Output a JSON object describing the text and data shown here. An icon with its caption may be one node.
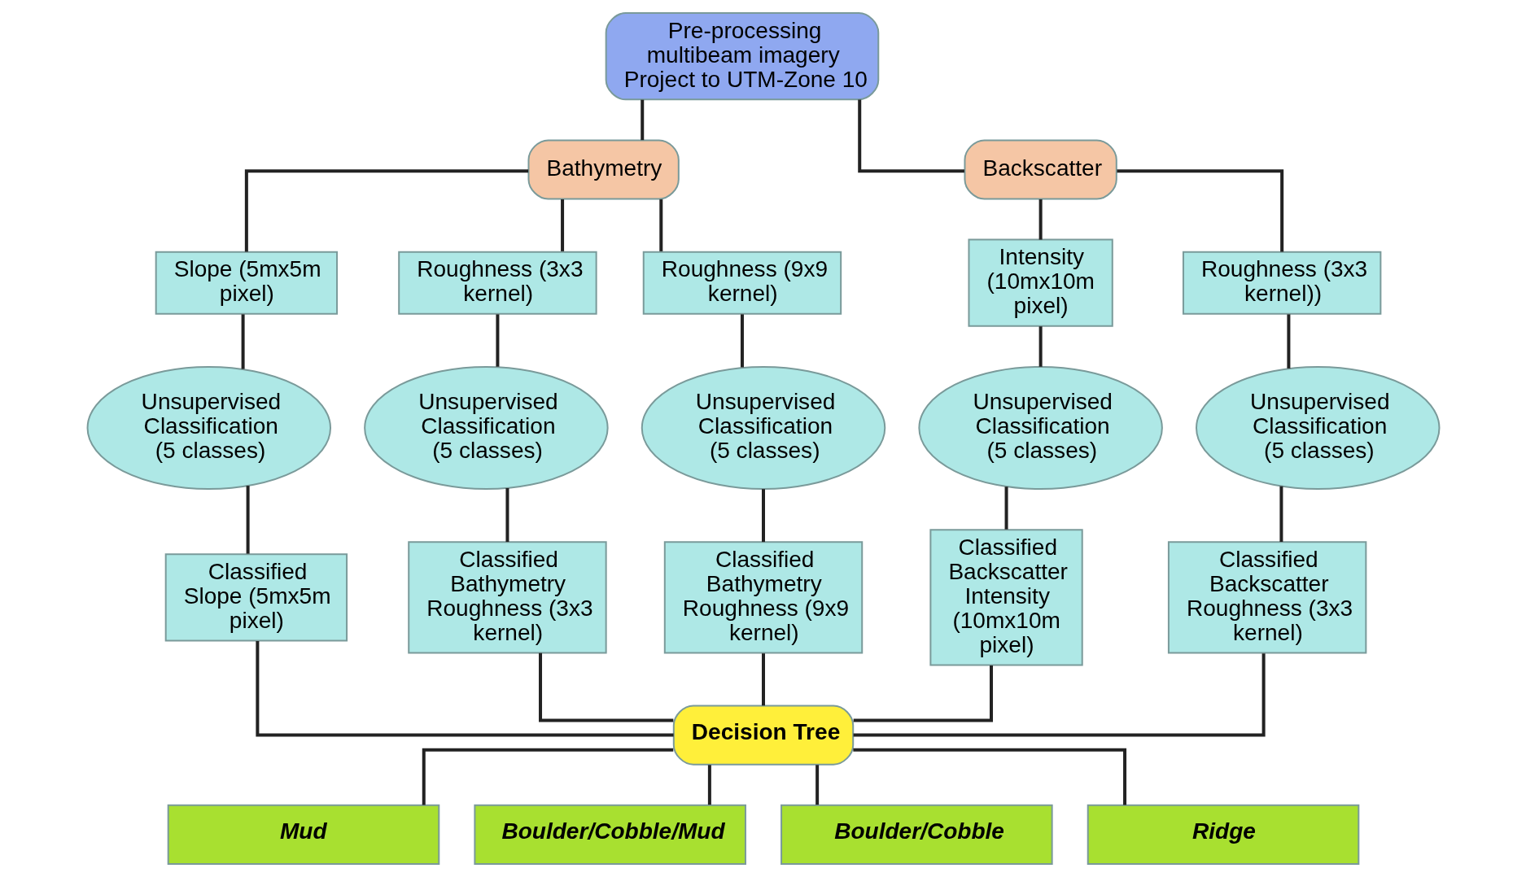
{
  "diagram": {
    "nodes": [
      {
        "text": [
          "Pre-processing",
          "multibeam imagery",
          "Project to UTM-Zone 10"
        ]
      },
      {
        "text": [
          "Bathymetry"
        ]
      },
      {
        "text": [
          "Backscatter"
        ]
      },
      {
        "text": [
          "Slope (5mx5m pixel)"
        ]
      },
      {
        "text": [
          "Roughness (3x3 kernel)"
        ]
      },
      {
        "text": [
          "Roughness (9x9 kernel)"
        ]
      },
      {
        "text": [
          "Intensity (10mx10m pixel)"
        ]
      },
      {
        "text": [
          "Roughness (3x3 kernel))"
        ]
      },
      {
        "text": [
          "Unsupervised Classification (5 classes)"
        ]
      },
      {
        "text": [
          "Unsupervised Classification (5 classes)"
        ]
      },
      {
        "text": [
          "Unsupervised Classification (5 classes)"
        ]
      },
      {
        "text": [
          "Unsupervised Classification (5 classes)"
        ]
      },
      {
        "text": [
          "Unsupervised Classification (5 classes)"
        ]
      },
      {
        "text": [
          "Classified Slope (5mx5m pixel)"
        ]
      },
      {
        "text": [
          "Classified Bathymetry Roughness (3x3 kernel)"
        ]
      },
      {
        "text": [
          "Classified Bathymetry Roughness (9x9 kernel)"
        ]
      },
      {
        "text": [
          "Classified Backscatter Intensity (10mx10m pixel)"
        ]
      },
      {
        "text": [
          "Classified Backscatter Roughness (3x3 kernel)"
        ]
      },
      {
        "text": [
          "Decision Tree"
        ]
      },
      {
        "text": [
          "Mud"
        ]
      },
      {
        "text": [
          "Boulder/Cobble/Mud"
        ]
      },
      {
        "text": [
          "Boulder/Cobble"
        ]
      },
      {
        "text": [
          "Ridge"
        ]
      }
    ],
    "edges": [
      {
        "from": 0,
        "to": 1,
        "arrow": "none"
      },
      {
        "from": 0,
        "to": 2,
        "arrow": "none"
      },
      {
        "from": 1,
        "to": 3,
        "arrow": "none"
      },
      {
        "from": 1,
        "to": 4,
        "arrow": "none"
      },
      {
        "from": 1,
        "to": 5,
        "arrow": "none"
      },
      {
        "from": 2,
        "to": 6,
        "arrow": "none"
      },
      {
        "from": 2,
        "to": 7,
        "arrow": "none"
      },
      {
        "from": 3,
        "to": 8,
        "arrow": "none"
      },
      {
        "from": 4,
        "to": 9,
        "arrow": "none"
      },
      {
        "from": 5,
        "to": 10,
        "arrow": "none"
      },
      {
        "from": 6,
        "to": 11,
        "arrow": "none"
      },
      {
        "from": 7,
        "to": 12,
        "arrow": "none"
      },
      {
        "from": 8,
        "to": 13,
        "arrow": "none"
      },
      {
        "from": 9,
        "to": 14,
        "arrow": "none"
      },
      {
        "from": 10,
        "to": 15,
        "arrow": "none"
      },
      {
        "from": 11,
        "to": 16,
        "arrow": "none"
      },
      {
        "from": 12,
        "to": 17,
        "arrow": "none"
      },
      {
        "from": 13,
        "to": 18,
        "arrow": "none"
      },
      {
        "from": 14,
        "to": 18,
        "arrow": "none"
      },
      {
        "from": 15,
        "to": 18,
        "arrow": "none"
      },
      {
        "from": 16,
        "to": 18,
        "arrow": "none"
      },
      {
        "from": 17,
        "to": 18,
        "arrow": "none"
      },
      {
        "from": 18,
        "to": 19,
        "arrow": "none"
      },
      {
        "from": 18,
        "to": 20,
        "arrow": "none"
      },
      {
        "from": 18,
        "to": 21,
        "arrow": "none"
      },
      {
        "from": 18,
        "to": 22,
        "arrow": "none"
      }
    ]
  }
}
